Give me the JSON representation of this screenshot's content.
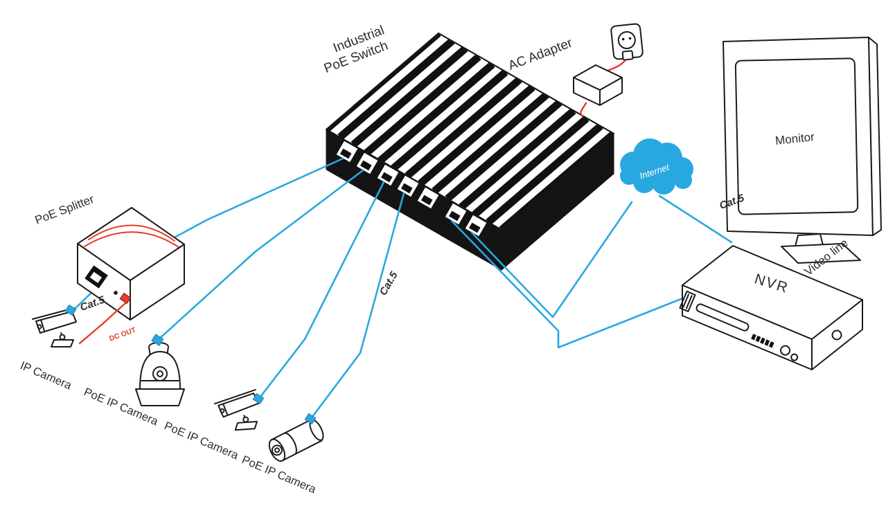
{
  "labels": {
    "switch_line1": "Industrial",
    "switch_line2": "PoE Switch",
    "ac_adapter": "AC Adapter",
    "internet": "Internet",
    "monitor": "Monitor",
    "video_line": "Video line",
    "nvr": "NVR",
    "cat5_right": "Cat.5",
    "cat5_mid": "Cat.5",
    "cat5_left": "Cat.5",
    "poe_splitter": "PoE Splitter",
    "dc_out": "DC OUT",
    "ip_camera": "IP Camera",
    "poe_ip_camera_1": "PoE IP Camera",
    "poe_ip_camera_2": "PoE IP Camera",
    "poe_ip_camera_3": "PoE IP Camera"
  },
  "colors": {
    "cat5_cable": "#29a8df",
    "power_cable": "#e8392a",
    "internet_cloud": "#29a8df",
    "line_art": "#1a1a1a",
    "dc_out_text": "#e8392a"
  }
}
